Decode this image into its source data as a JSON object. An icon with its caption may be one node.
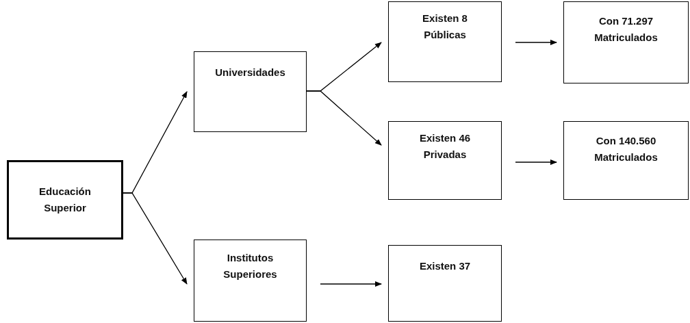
{
  "diagram": {
    "nodes": [
      {
        "text": [
          "Educación Superior"
        ]
      },
      {
        "text": [
          "Universidades"
        ]
      },
      {
        "text": [
          "Institutos Superiores"
        ]
      },
      {
        "text": [
          "Existen 8 Públicas"
        ]
      },
      {
        "text": [
          "Existen 46 Privadas"
        ]
      },
      {
        "text": [
          "Existen 37"
        ]
      },
      {
        "text": [
          "Con 71.297 Matriculados"
        ]
      },
      {
        "text": [
          "Con 140.560 Matriculados"
        ]
      }
    ],
    "edges": [
      {
        "from": 0,
        "to": 1,
        "arrow": "to"
      },
      {
        "from": 0,
        "to": 2,
        "arrow": "to"
      },
      {
        "from": 1,
        "to": 3,
        "arrow": "to"
      },
      {
        "from": 1,
        "to": 4,
        "arrow": "to"
      },
      {
        "from": 3,
        "to": 6,
        "arrow": "to"
      },
      {
        "from": 4,
        "to": 7,
        "arrow": "to"
      },
      {
        "from": 2,
        "to": 5,
        "arrow": "to"
      }
    ]
  }
}
